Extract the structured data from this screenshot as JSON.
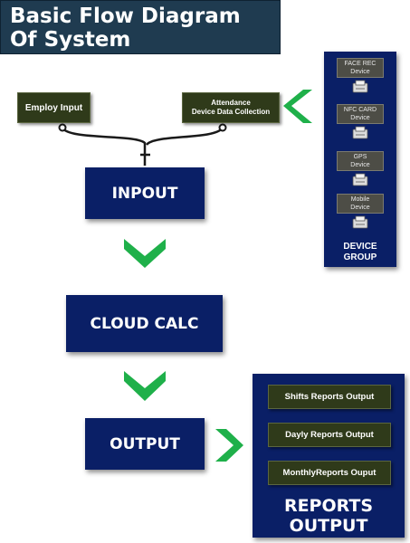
{
  "title": {
    "line1": "Basic Flow Diagram",
    "line2": "Of System"
  },
  "inputs": {
    "employ_input": "Employ Input",
    "attendance_line1": "Attendance",
    "attendance_line2": "Device Data Collection"
  },
  "process": {
    "inpout": "INPOUT",
    "cloud_calc": "CLOUD CALC",
    "output": "OUTPUT"
  },
  "device_group": {
    "devices": [
      {
        "line1": "FACE REC",
        "line2": "Device"
      },
      {
        "line1": "NFC CARD",
        "line2": "Device"
      },
      {
        "line1": "GPS",
        "line2": "Device"
      },
      {
        "line1": "Mobile",
        "line2": "Device"
      }
    ],
    "label_line1": "DEVICE",
    "label_line2": "GROUP"
  },
  "reports": {
    "items": [
      "Shifts Reports Output",
      "Dayly Reports Output",
      "MonthlyReports Ouput"
    ],
    "label_line1": "REPORTS",
    "label_line2": "OUTPUT"
  },
  "colors": {
    "navy": "#0a1f66",
    "olive": "#2f3a1a",
    "arrow_green": "#1fb04a",
    "title_bg": "#1f3b50"
  }
}
